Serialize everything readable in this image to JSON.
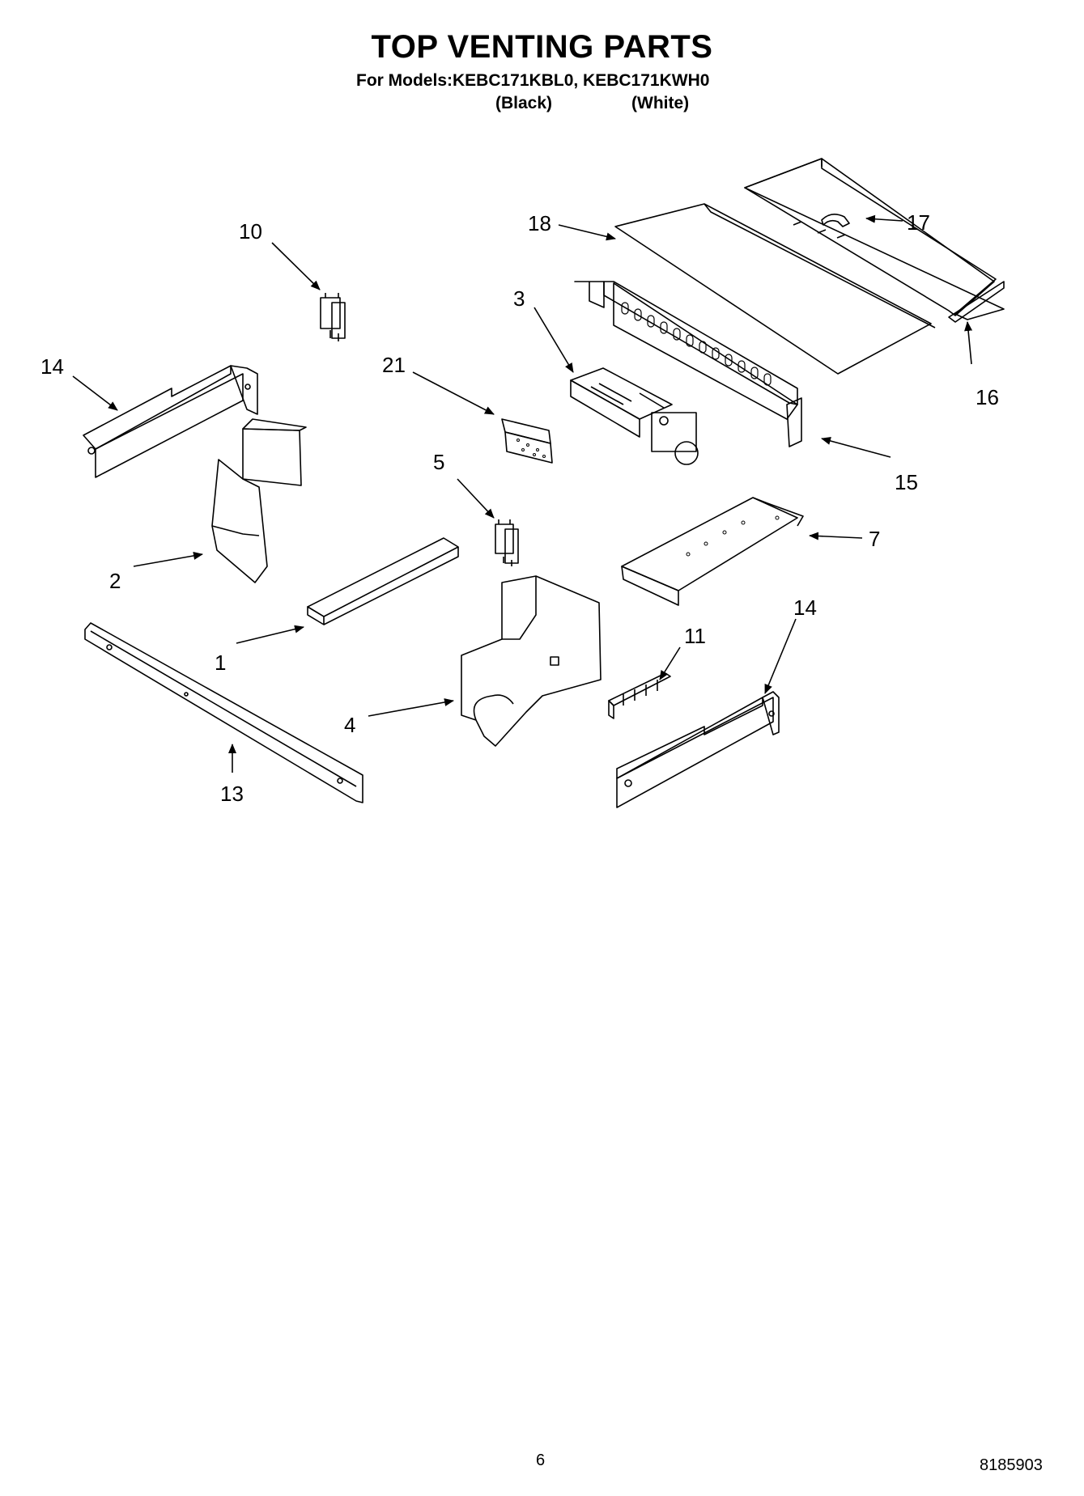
{
  "title": "TOP VENTING PARTS",
  "models_line": "For Models:KEBC171KBL0, KEBC171KWH0",
  "variants": [
    "(Black)",
    "(White)"
  ],
  "callouts": {
    "c1": "1",
    "c2": "2",
    "c3": "3",
    "c4": "4",
    "c5": "5",
    "c7": "7",
    "c10": "10",
    "c11": "11",
    "c13": "13",
    "c14a": "14",
    "c14b": "14",
    "c15": "15",
    "c16": "16",
    "c17": "17",
    "c18": "18",
    "c21": "21"
  },
  "footer": {
    "page_number": "6",
    "doc_number": "8185903"
  }
}
